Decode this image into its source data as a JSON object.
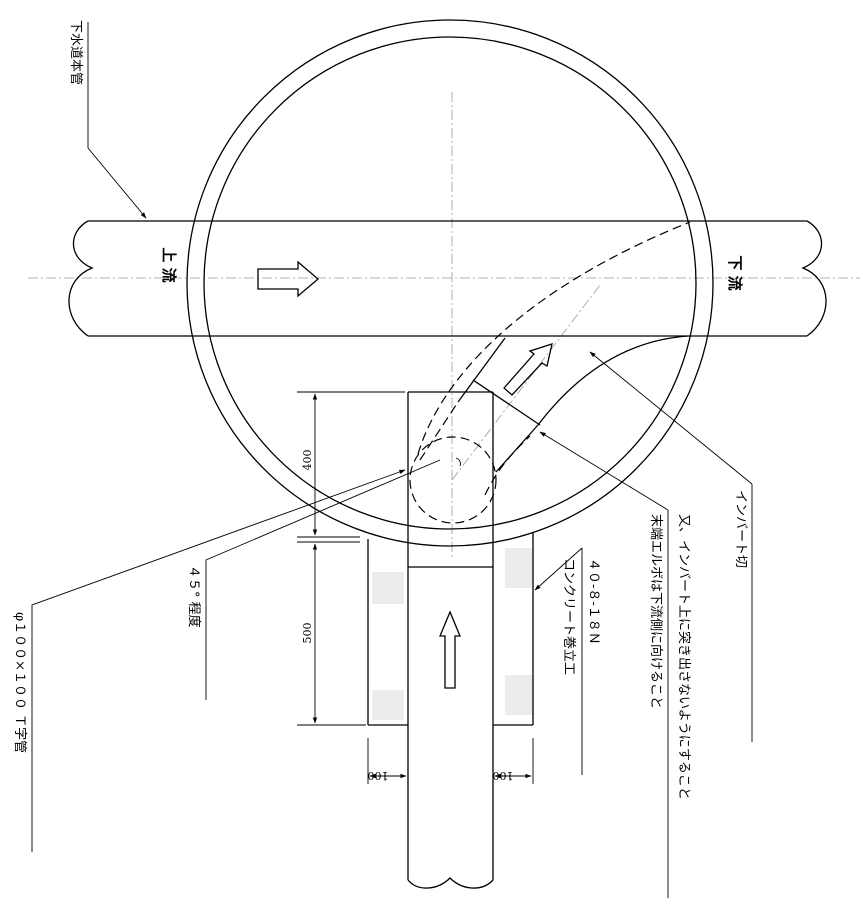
{
  "labels": {
    "main_pipe": "下水道本管",
    "upstream": "上 流",
    "downstream": "下 流",
    "t_pipe": "φ１００×１００ Ｔ字管",
    "angle": "４５° 程度",
    "concrete_line1": "コンクリート巻立工",
    "concrete_line2": "４０-８-１８Ｎ",
    "note_line1": "末端エルボは下流側に向けること",
    "note_line2": "又、インバート上に突き出さないようにすること",
    "invert": "インバート切"
  },
  "dimensions": {
    "d400": "400",
    "d500": "500",
    "d100_left": "100",
    "d100_right": "100"
  },
  "colors": {
    "line": "#000000",
    "centerline": "#9a9a9a",
    "hatch": "#ececec"
  }
}
